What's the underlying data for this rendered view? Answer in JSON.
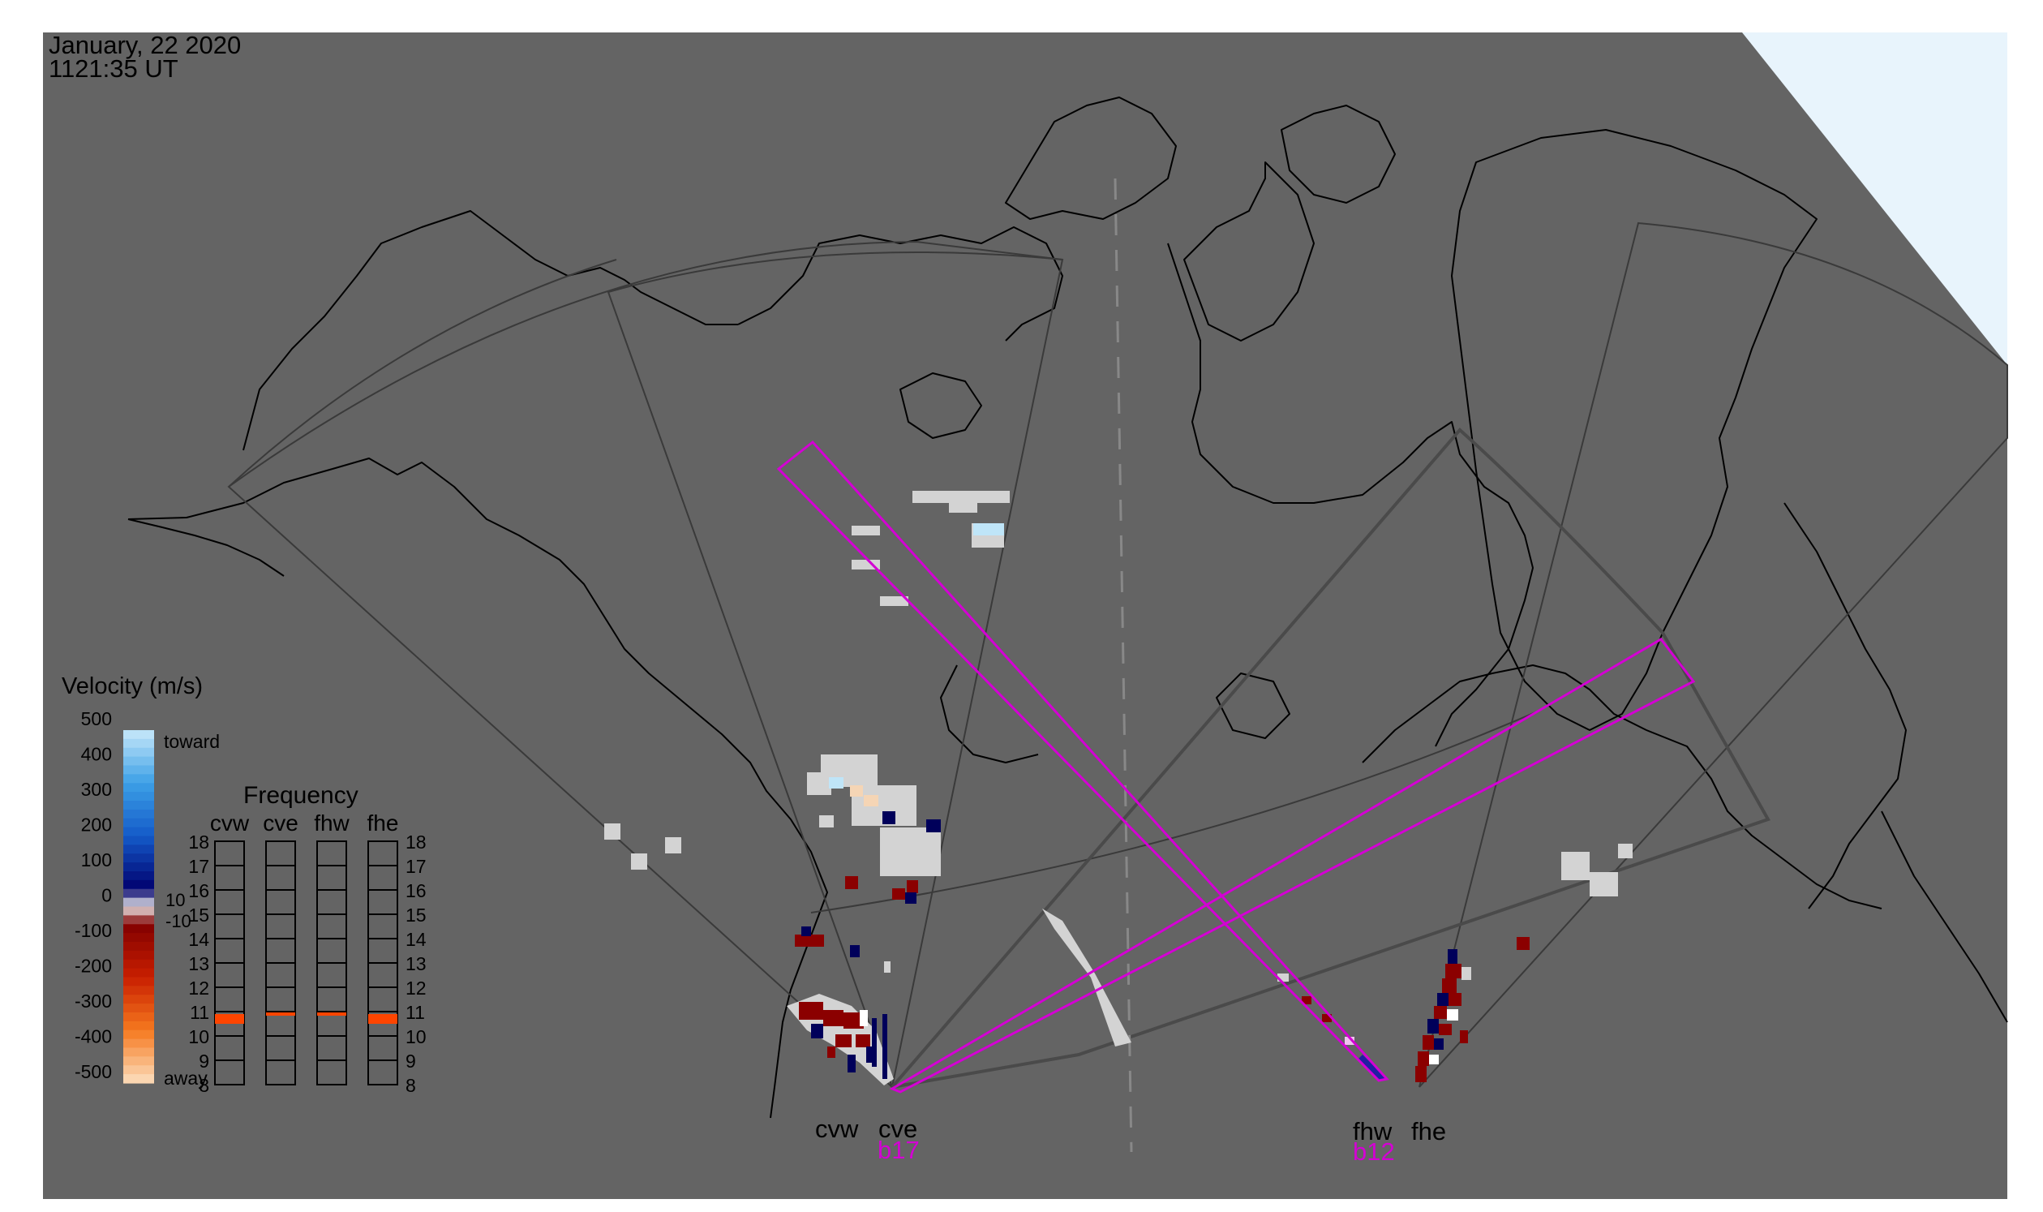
{
  "header": {
    "date": "January, 22 2020",
    "time": "1121:35 UT"
  },
  "legend": {
    "title": "Velocity (m/s)",
    "ticks": [
      "500",
      "400",
      "300",
      "200",
      "100",
      "0",
      "-100",
      "-200",
      "-300",
      "-400",
      "-500"
    ],
    "toward_label": "toward",
    "away_label": "away",
    "mid_pos": "10",
    "mid_neg": "-10"
  },
  "frequency": {
    "title": "Frequency",
    "columns": [
      "cvw",
      "cve",
      "fhw",
      "fhe"
    ],
    "levels": [
      "18",
      "17",
      "16",
      "15",
      "14",
      "13",
      "12",
      "11",
      "10",
      "9",
      "8"
    ],
    "active_mhz": [
      10.7,
      10.9,
      10.9,
      10.7
    ]
  },
  "radars": {
    "west_names": [
      "cvw",
      "cve"
    ],
    "west_beam": "b17",
    "east_names": [
      "fhw",
      "fhe"
    ],
    "east_beam": "b12"
  },
  "colors": {
    "ocean": "#e8f4fc",
    "land_bg": "#646464",
    "beam": "#d400d4",
    "toward": "#1e88e5",
    "away": "#8b0000",
    "ground_scatter": "#d3d3d3"
  }
}
